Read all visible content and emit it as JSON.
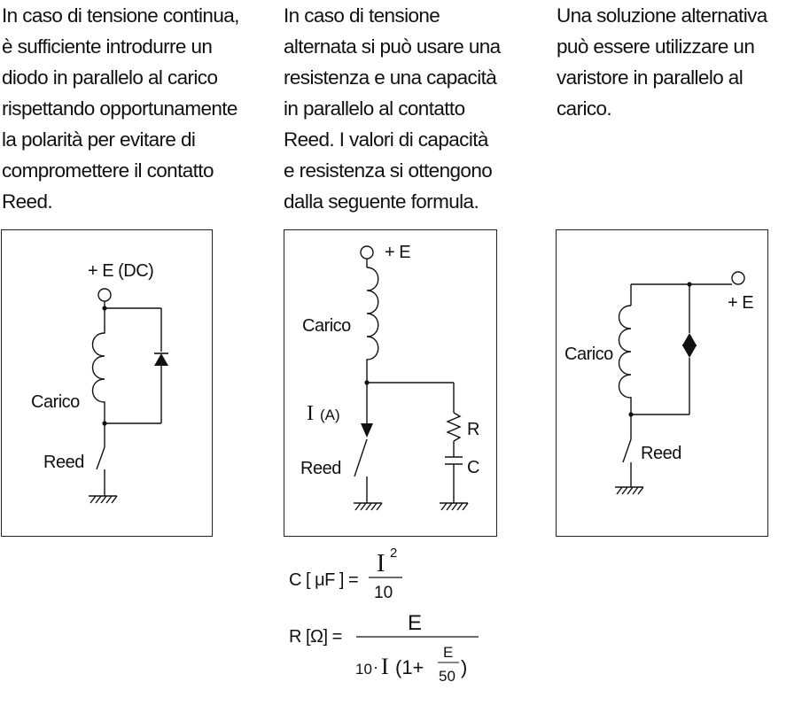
{
  "columns": [
    {
      "text": "In caso di tensione continua,\nè sufficiente introdurre un\ndiodo in parallelo al carico\nrispettando opportunamente\nla polarità per evitare di\ncompromettere il contatto\nReed."
    },
    {
      "text": "In caso di tensione\nalternata si può usare una\nresistenza e una capacità\nin parallelo al contatto\nReed. I valori di capacità\ne resistenza si ottengono\ndalla seguente formula."
    },
    {
      "text": "Una soluzione alternativa\npuò essere utilizzare un\nvaristore in parallelo al\ncarico."
    }
  ],
  "diagram1": {
    "supply": "+ E (DC)",
    "load": "Carico",
    "switch": "Reed"
  },
  "diagram2": {
    "supply": "+ E",
    "load": "Carico",
    "current_symbol": "I",
    "current_unit": "(A)",
    "switch": "Reed",
    "resistor": "R",
    "capacitor": "C"
  },
  "diagram3": {
    "supply": "+ E",
    "load": "Carico",
    "switch": "Reed"
  },
  "formulas": {
    "c_lhs": "C [ μF ] =",
    "c_num": "I",
    "c_exp": "2",
    "c_den": "10",
    "r_lhs": "R [Ω] =",
    "r_num": "E",
    "r_den_a": "10",
    "r_den_dot": "·",
    "r_den_i": "I",
    "r_den_open": "(1+",
    "r_inner_num": "E",
    "r_inner_den": "50",
    "r_den_close": ")"
  }
}
